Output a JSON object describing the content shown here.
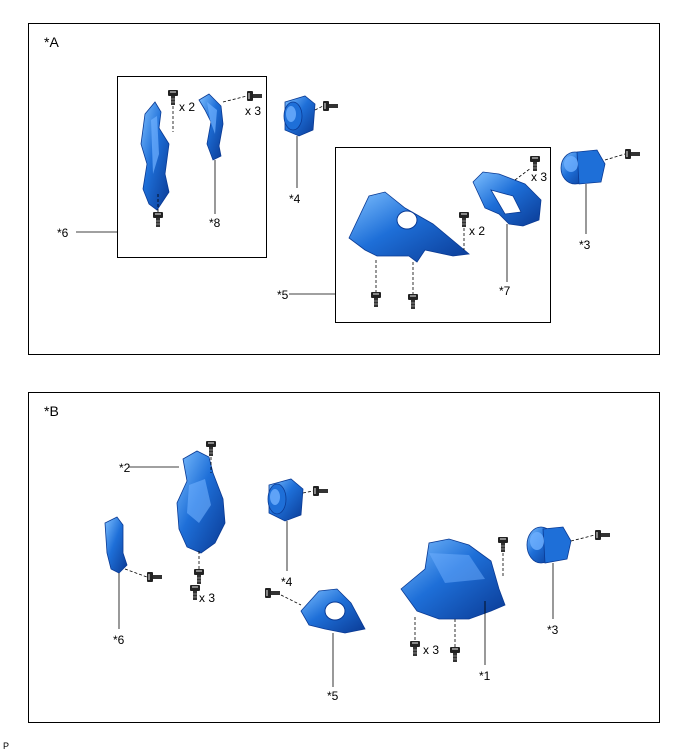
{
  "panels": {
    "a": {
      "label": "*A"
    },
    "b": {
      "label": "*B"
    }
  },
  "labels_a": {
    "p6": "*6",
    "p8": "*8",
    "p4": "*4",
    "p5": "*5",
    "p7": "*7",
    "p3": "*3",
    "x2_top": "x 2",
    "x3_top": "x 3",
    "x2_mid": "x 2",
    "x3_right": "x 3"
  },
  "labels_b": {
    "p2": "*2",
    "p6": "*6",
    "p4": "*4",
    "p5": "*5",
    "p1": "*1",
    "p3": "*3",
    "x3_left": "x 3",
    "x3_right": "x 3"
  },
  "corner_code": "P",
  "colors": {
    "part_blue": "#1e6fd8",
    "part_dark": "#0d3f9a",
    "part_light": "#6fb0ff",
    "line": "#000000"
  }
}
